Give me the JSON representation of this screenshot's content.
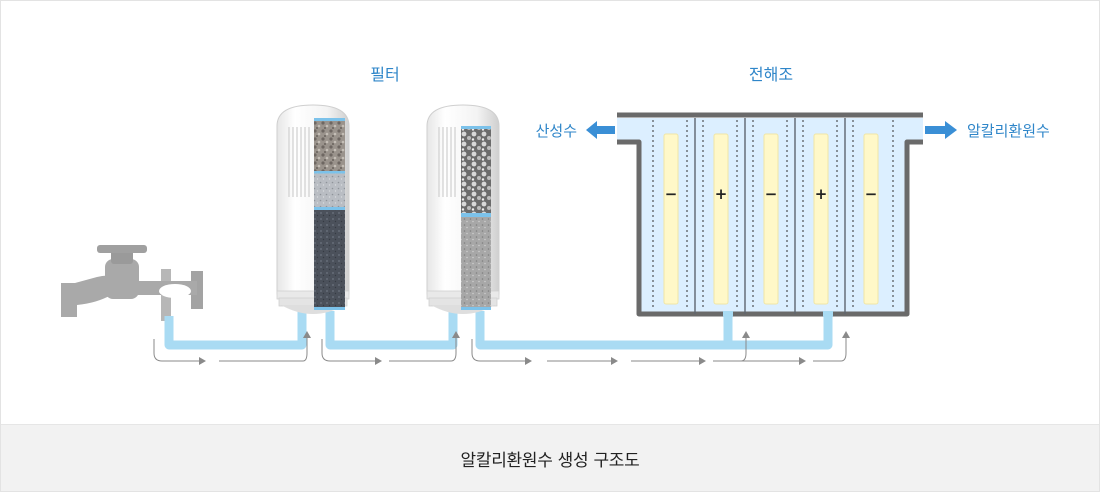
{
  "labels": {
    "filter": "필터",
    "electrolyzer": "전해조",
    "acidic_water": "산성수",
    "alkaline_water": "알칼리환원수"
  },
  "electrodes": [
    "−",
    "+",
    "−",
    "+",
    "−"
  ],
  "caption": "알칼리환원수 생성 구조도",
  "colors": {
    "label_blue": "#2f86c9",
    "pipe": "#a9dbf3",
    "tank_water": "#dcefff",
    "electrode": "#fff8c8",
    "outflow_arrow": "#3a8fd6",
    "flow_arrow": "#8a8a8a",
    "faucet": "#a9a9a9"
  }
}
